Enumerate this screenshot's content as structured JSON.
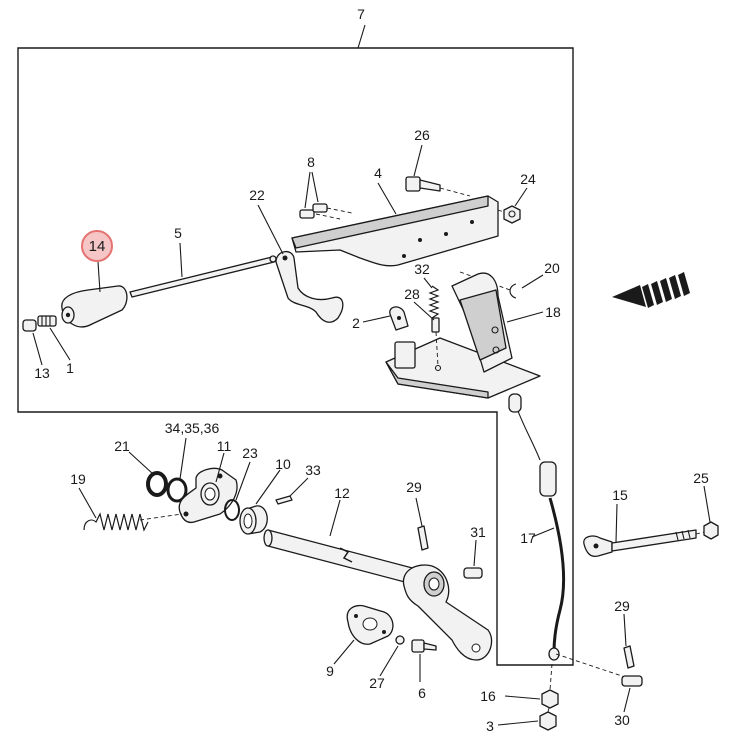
{
  "diagram": {
    "highlight_color": "#e57373",
    "highlighted_part": "14",
    "callouts": {
      "c1": "1",
      "c2": "2",
      "c3": "3",
      "c4": "4",
      "c5": "5",
      "c6": "6",
      "c7": "7",
      "c8": "8",
      "c9": "9",
      "c10": "10",
      "c11": "11",
      "c12": "12",
      "c13": "13",
      "c14": "14",
      "c15": "15",
      "c16": "16",
      "c17": "17",
      "c18": "18",
      "c19": "19",
      "c20": "20",
      "c21": "21",
      "c22": "22",
      "c23": "23",
      "c24": "24",
      "c25": "25",
      "c26": "26",
      "c27": "27",
      "c28": "28",
      "c29a": "29",
      "c29b": "29",
      "c30": "30",
      "c31": "31",
      "c32": "32",
      "c33": "33",
      "c34": "34,35,36"
    },
    "icons": [
      "direction-arrow-icon"
    ]
  }
}
